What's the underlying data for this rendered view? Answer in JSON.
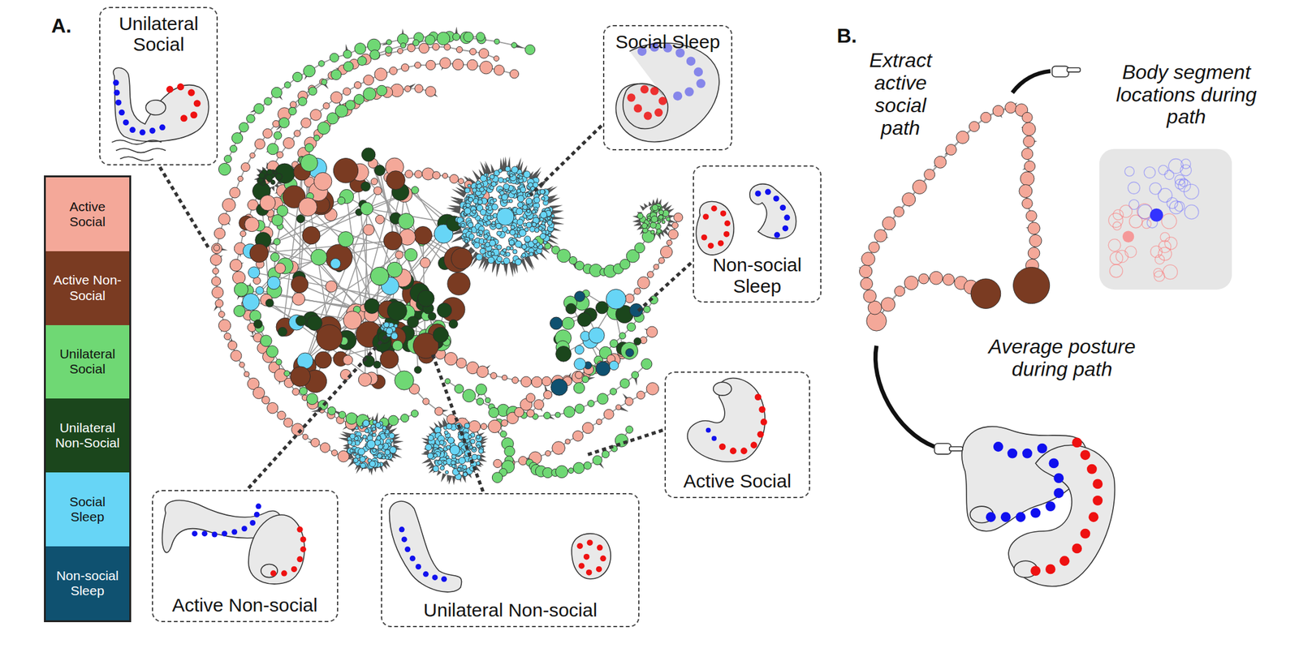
{
  "diagram": {
    "nodes": [
      {
        "text": [
          "Unilateral Social"
        ]
      },
      {
        "text": [
          "Social Sleep"
        ]
      },
      {
        "text": [
          "Non-social Sleep"
        ]
      },
      {
        "text": [
          "Active Social"
        ]
      },
      {
        "text": [
          "Active Non-social"
        ]
      },
      {
        "text": [
          "Unilateral Non-social"
        ]
      }
    ],
    "labels": [
      "A.",
      "B.",
      "Extract active social path",
      "Body segment locations during path",
      "Average posture during path"
    ],
    "legend": [
      {
        "text": "Active Social",
        "color": "#f4a899"
      },
      {
        "text": "Active Non- Social",
        "color": "#7a3b22"
      },
      {
        "text": "Unilateral Social",
        "color": "#6fd874"
      },
      {
        "text": "Unilateral Non-Social",
        "color": "#1b461c"
      },
      {
        "text": "Social Sleep",
        "color": "#67d5f6"
      },
      {
        "text": "Non-social Sleep",
        "color": "#0f5170"
      }
    ]
  }
}
